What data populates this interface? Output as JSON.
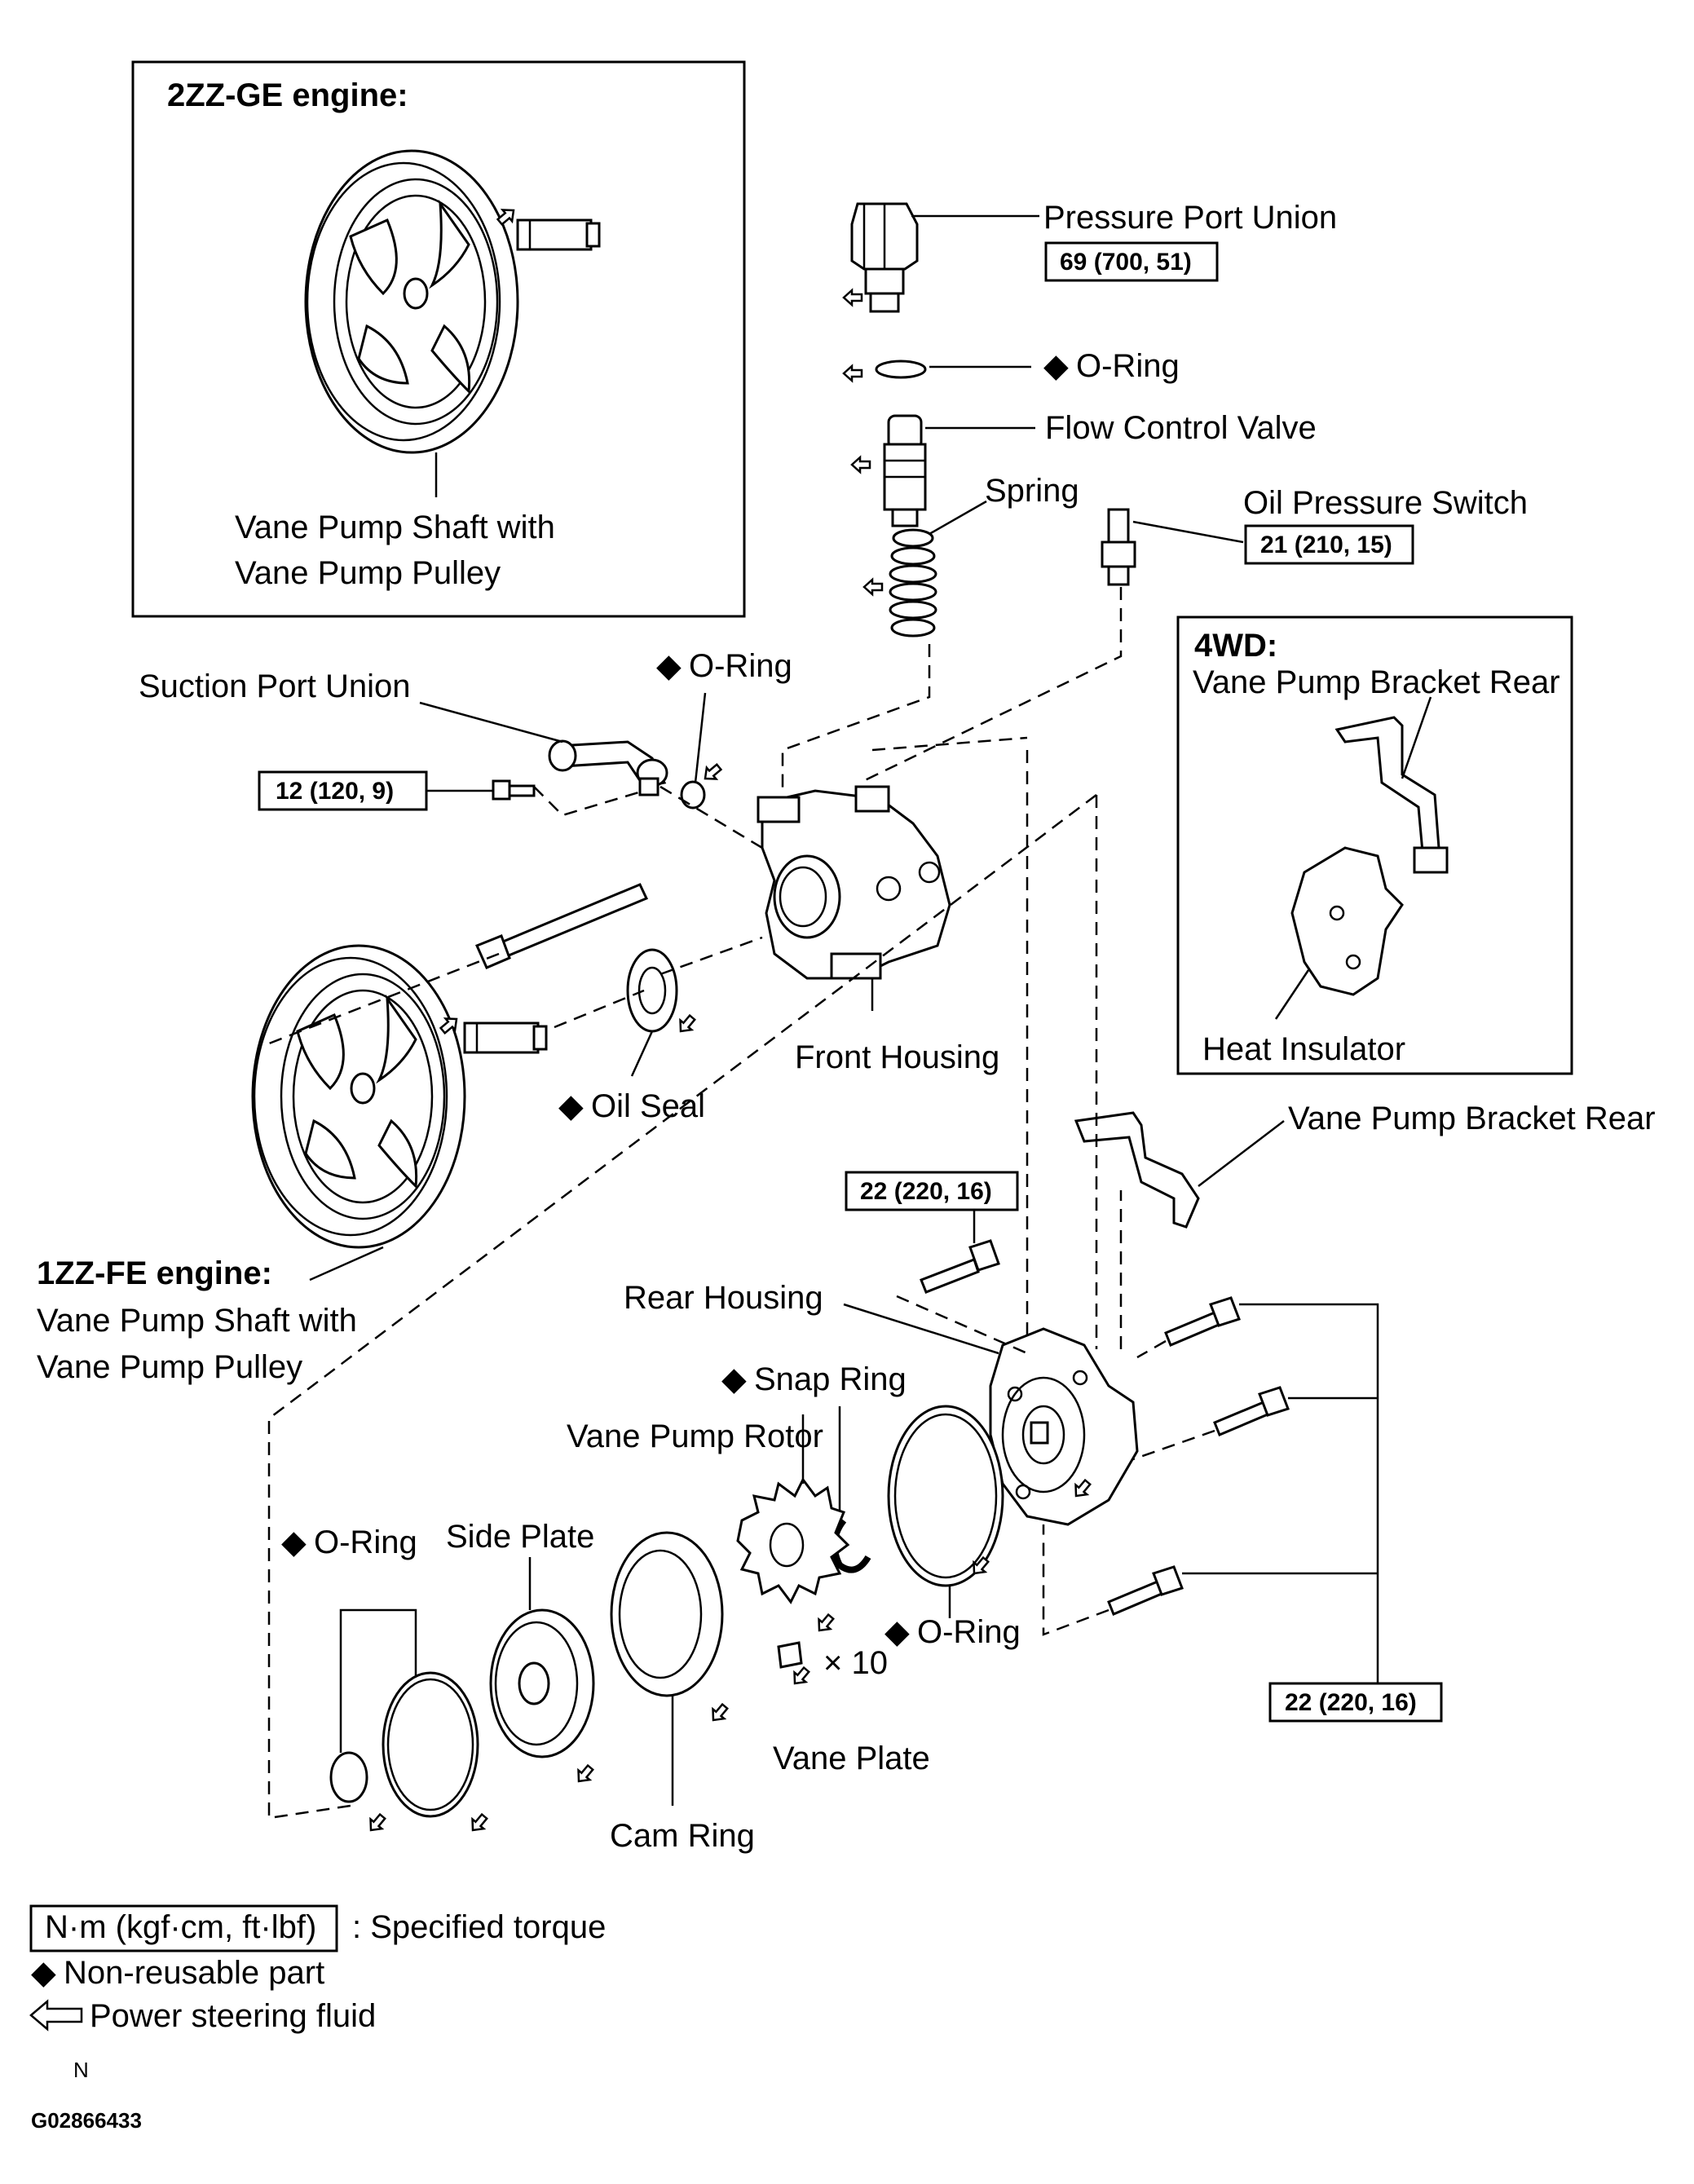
{
  "diagram_id": "G02866433",
  "page_letter": "N",
  "insets": {
    "zz_ge": {
      "title": "2ZZ-GE  engine:",
      "label_line1": "Vane Pump Shaft with",
      "label_line2": "Vane Pump Pulley"
    },
    "fourwd": {
      "title": "4WD:",
      "bracket_label": "Vane Pump Bracket Rear",
      "insulator_label": "Heat Insulator"
    }
  },
  "fz_engine": {
    "title": "1ZZ-FE  engine:",
    "label_line1": "Vane Pump Shaft with",
    "label_line2": "Vane Pump Pulley"
  },
  "parts": {
    "pressure_port_union": "Pressure Port Union",
    "o_ring_top": "O-Ring",
    "flow_control_valve": "Flow Control Valve",
    "spring": "Spring",
    "oil_pressure_switch": "Oil Pressure Switch",
    "suction_port_union": "Suction Port Union",
    "o_ring_suction": "O-Ring",
    "front_housing": "Front Housing",
    "oil_seal": "Oil Seal",
    "vane_pump_bracket_rear": "Vane Pump Bracket Rear",
    "rear_housing": "Rear Housing",
    "snap_ring": "Snap Ring",
    "vane_pump_rotor": "Vane Pump Rotor",
    "o_ring_rear": "O-Ring",
    "vane_plate": "Vane Plate",
    "vane_plate_qty": "× 10",
    "side_plate": "Side Plate",
    "o_ring_side": "O-Ring",
    "cam_ring": "Cam Ring"
  },
  "torques": {
    "pressure_port_union": "69 (700, 51)",
    "oil_pressure_switch": "21 (210, 15)",
    "suction_bolt": "12 (120, 9)",
    "bracket_bolt": "22 (220, 16)",
    "rear_housing_bolts": "22 (220, 16)"
  },
  "legend": {
    "torque_unit": "N·m (kgf·cm, ft·lbf)",
    "torque_desc": ": Specified torque",
    "non_reusable": "Non-reusable  part",
    "fluid": "Power steering fluid"
  },
  "symbols": {
    "non_reusable": "◆"
  },
  "icons": {
    "non_reusable": "diamond-icon",
    "fluid": "outline-arrow-icon"
  }
}
